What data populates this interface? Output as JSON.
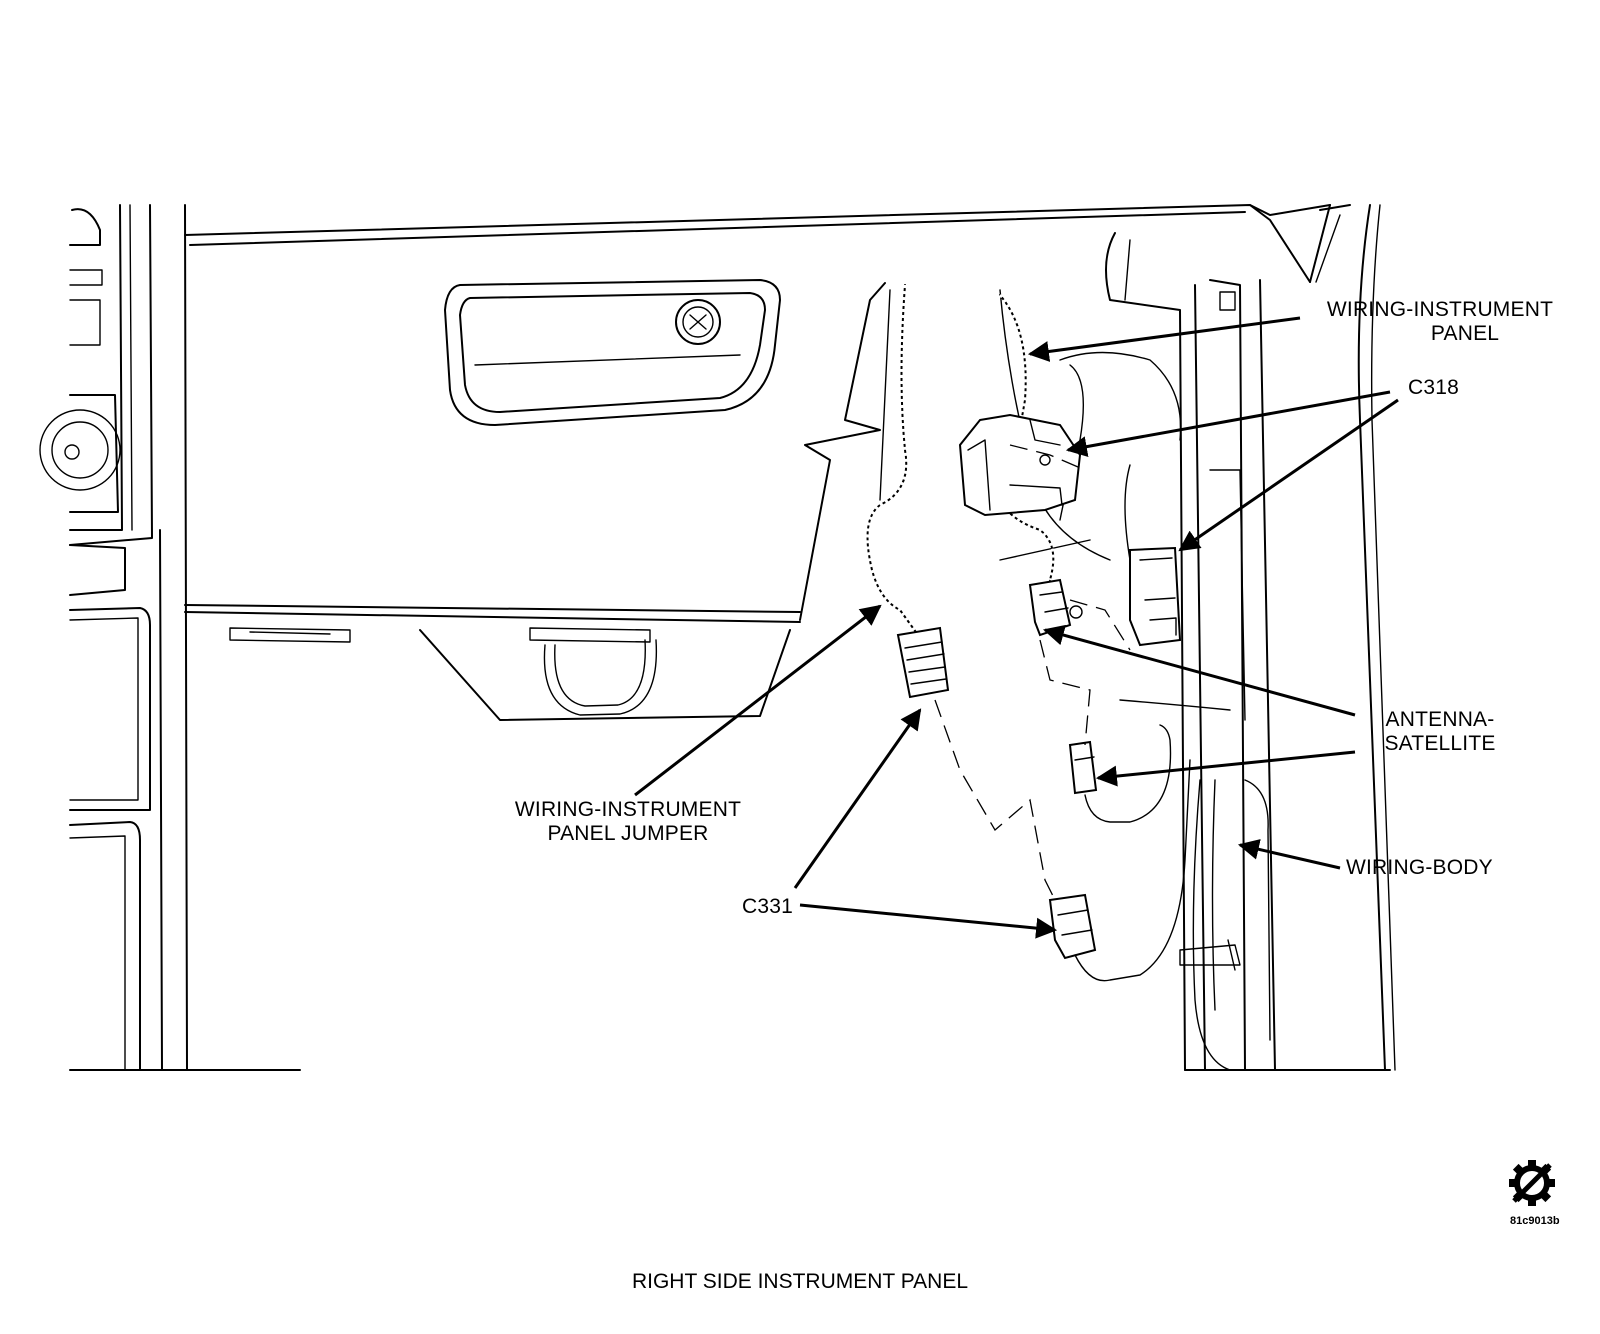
{
  "labels": {
    "wiring_ip": [
      "WIRING-INSTRUMENT",
      "PANEL"
    ],
    "c318": "C318",
    "antenna": [
      "ANTENNA-",
      "SATELLITE"
    ],
    "wiring_body": "WIRING-BODY",
    "ip_jumper": [
      "WIRING-INSTRUMENT",
      "PANEL JUMPER"
    ],
    "c331": "C331"
  },
  "caption": "RIGHT SIDE INSTRUMENT PANEL",
  "figure_ref": "81c9013b",
  "icons": {
    "logo": "gear-slash-icon"
  },
  "colors": {
    "ink": "#000000",
    "paper": "#ffffff"
  }
}
